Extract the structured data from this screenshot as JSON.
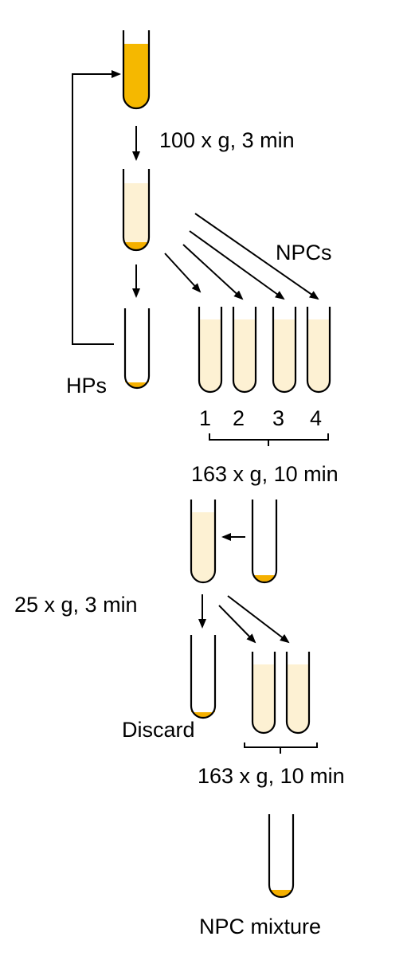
{
  "colors": {
    "full": "#f5b800",
    "supernatant": "#fdf1d3",
    "pellet": "#f5b000",
    "ink": "#000000",
    "background": "#ffffff"
  },
  "labels": {
    "spin1": "100 x g, 3 min",
    "npcs": "NPCs",
    "hps": "HPs",
    "tube1": "1",
    "tube2": "2",
    "tube3": "3",
    "tube4": "4",
    "spin2": "163 x g, 10 min",
    "spin3": "25 x g, 3 min",
    "discard": "Discard",
    "spin4": "163 x g, 10 min",
    "result": "NPC mixture"
  }
}
